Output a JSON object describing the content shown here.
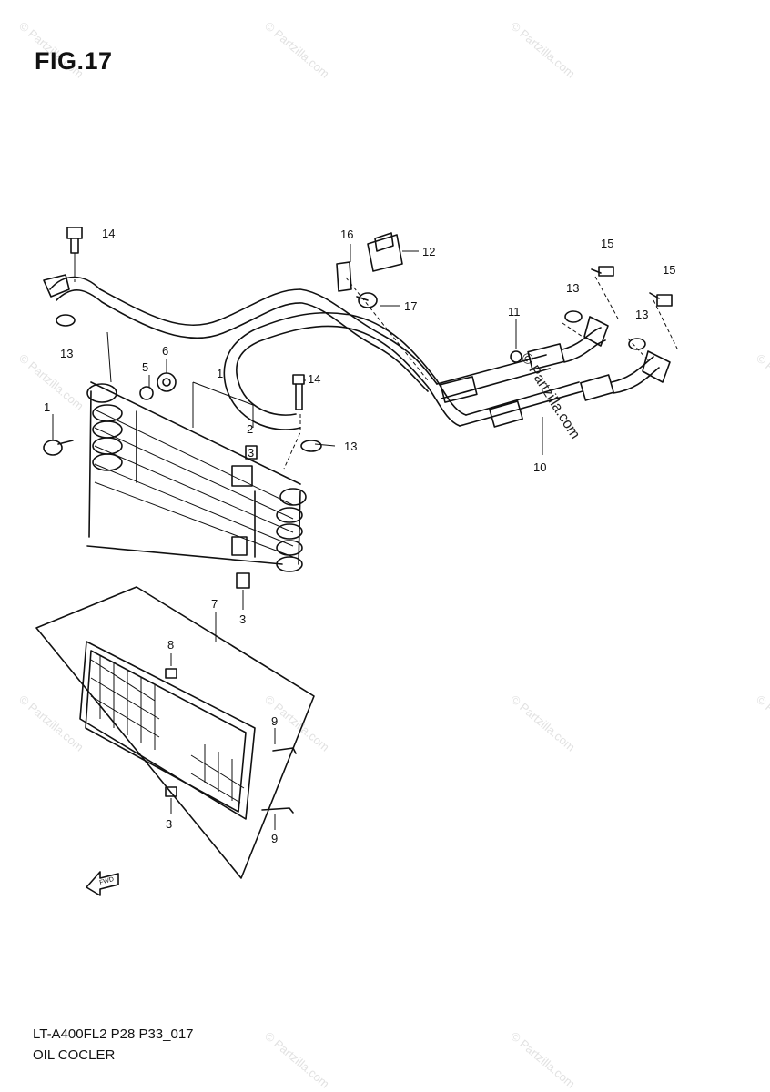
{
  "figure": {
    "title": "FIG.17"
  },
  "footer": {
    "code": "LT-A400FL2 P28 P33_017",
    "caption": "OIL COCLER"
  },
  "watermark": {
    "text": "© Partzilla.com"
  },
  "callouts": [
    "14",
    "16",
    "12",
    "15",
    "15",
    "13",
    "17",
    "11",
    "13",
    "13",
    "6",
    "5",
    "1",
    "14",
    "1",
    "2",
    "13",
    "3",
    "10",
    "3",
    "7",
    "8",
    "9",
    "3",
    "9"
  ],
  "front_arrow": {
    "label": "FWD"
  }
}
